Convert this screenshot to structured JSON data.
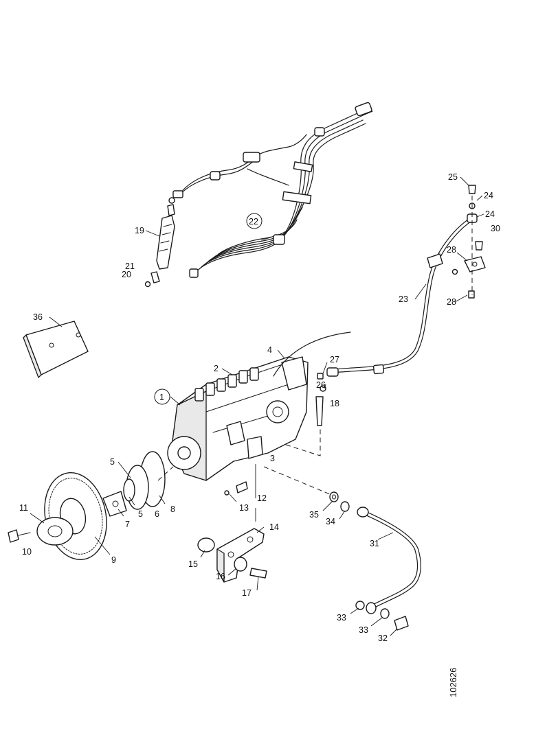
{
  "drawing": {
    "reference_number": "102626",
    "callouts": {
      "c1": "1",
      "c2": "2",
      "c3": "3",
      "c4": "4",
      "c5a": "5",
      "c5b": "5",
      "c6": "6",
      "c7": "7",
      "c8": "8",
      "c9": "9",
      "c10": "10",
      "c11": "11",
      "c12": "12",
      "c13": "13",
      "c14": "14",
      "c15": "15",
      "c16": "16",
      "c17": "17",
      "c18": "18",
      "c19": "19",
      "c20": "20",
      "c21": "21",
      "c22": "22",
      "c23": "23",
      "c24a": "24",
      "c24b": "24",
      "c25": "25",
      "c26": "26",
      "c27": "27",
      "c28a": "28",
      "c28b": "28",
      "c30": "30",
      "c31": "31",
      "c32": "32",
      "c33a": "33",
      "c33b": "33",
      "c34": "34",
      "c35": "35",
      "c36": "36"
    }
  }
}
